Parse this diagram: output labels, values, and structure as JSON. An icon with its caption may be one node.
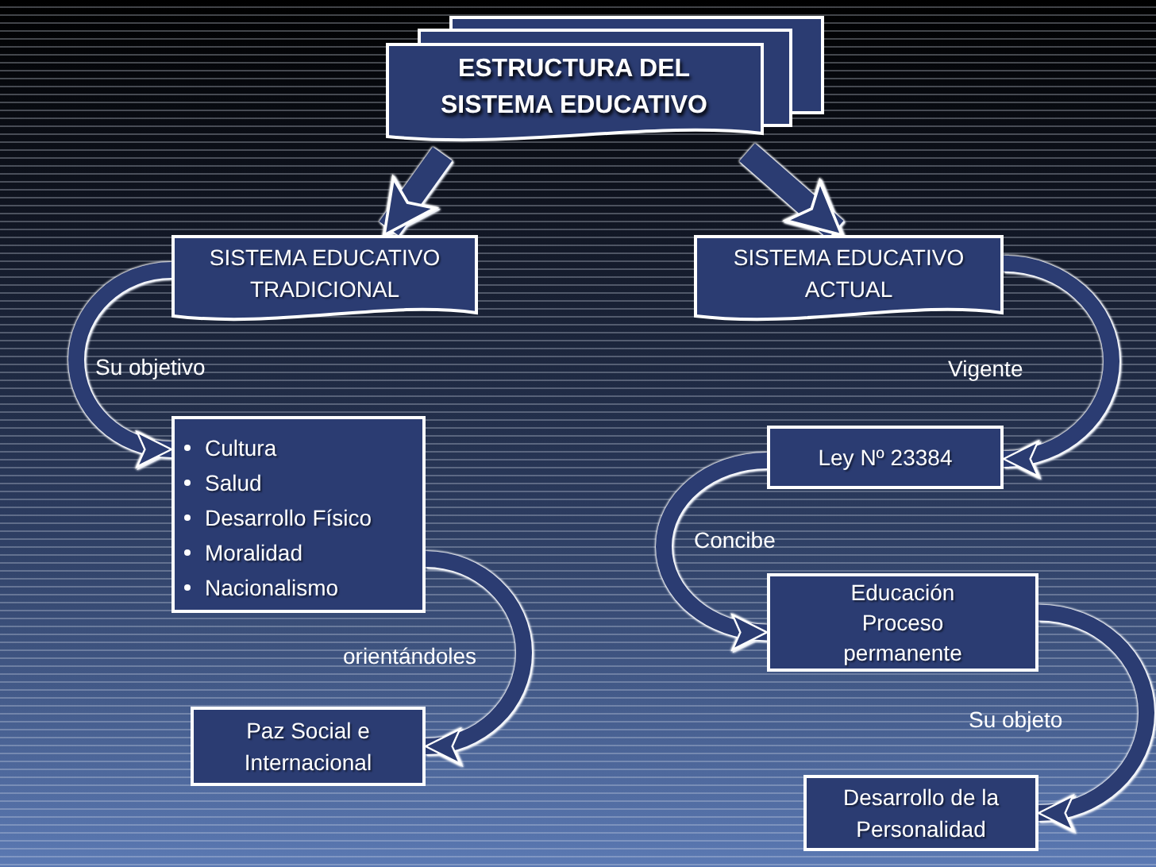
{
  "diagram": {
    "nodes": [
      {
        "text": [
          "ESTRUCTURA DEL SISTEMA EDUCATIVO"
        ]
      },
      {
        "text": [
          "SISTEMA EDUCATIVO TRADICIONAL"
        ]
      },
      {
        "text": [
          "SISTEMA EDUCATIVO ACTUAL"
        ]
      },
      {
        "text": [
          "Cultura",
          "Salud",
          "Desarrollo Físico",
          "Moralidad",
          "Nacionalismo"
        ]
      },
      {
        "text": [
          "Paz Social e Internacional"
        ]
      },
      {
        "text": [
          "Ley Nº 23384"
        ]
      },
      {
        "text": [
          "Educación Proceso permanente"
        ]
      },
      {
        "text": [
          "Desarrollo de la Personalidad"
        ]
      }
    ],
    "edges": [
      {
        "from": 0,
        "to": 1,
        "arrow": "to"
      },
      {
        "from": 0,
        "to": 2,
        "arrow": "to"
      },
      {
        "from": 1,
        "to": 3,
        "label": "Su objetivo",
        "arrow": "to"
      },
      {
        "from": 3,
        "to": 4,
        "label": "orientándoles",
        "arrow": "to"
      },
      {
        "from": 2,
        "to": 5,
        "label": "Vigente",
        "arrow": "to"
      },
      {
        "from": 5,
        "to": 6,
        "label": "Concibe",
        "arrow": "to"
      },
      {
        "from": 6,
        "to": 7,
        "label": "Su objeto",
        "arrow": "to"
      }
    ]
  }
}
